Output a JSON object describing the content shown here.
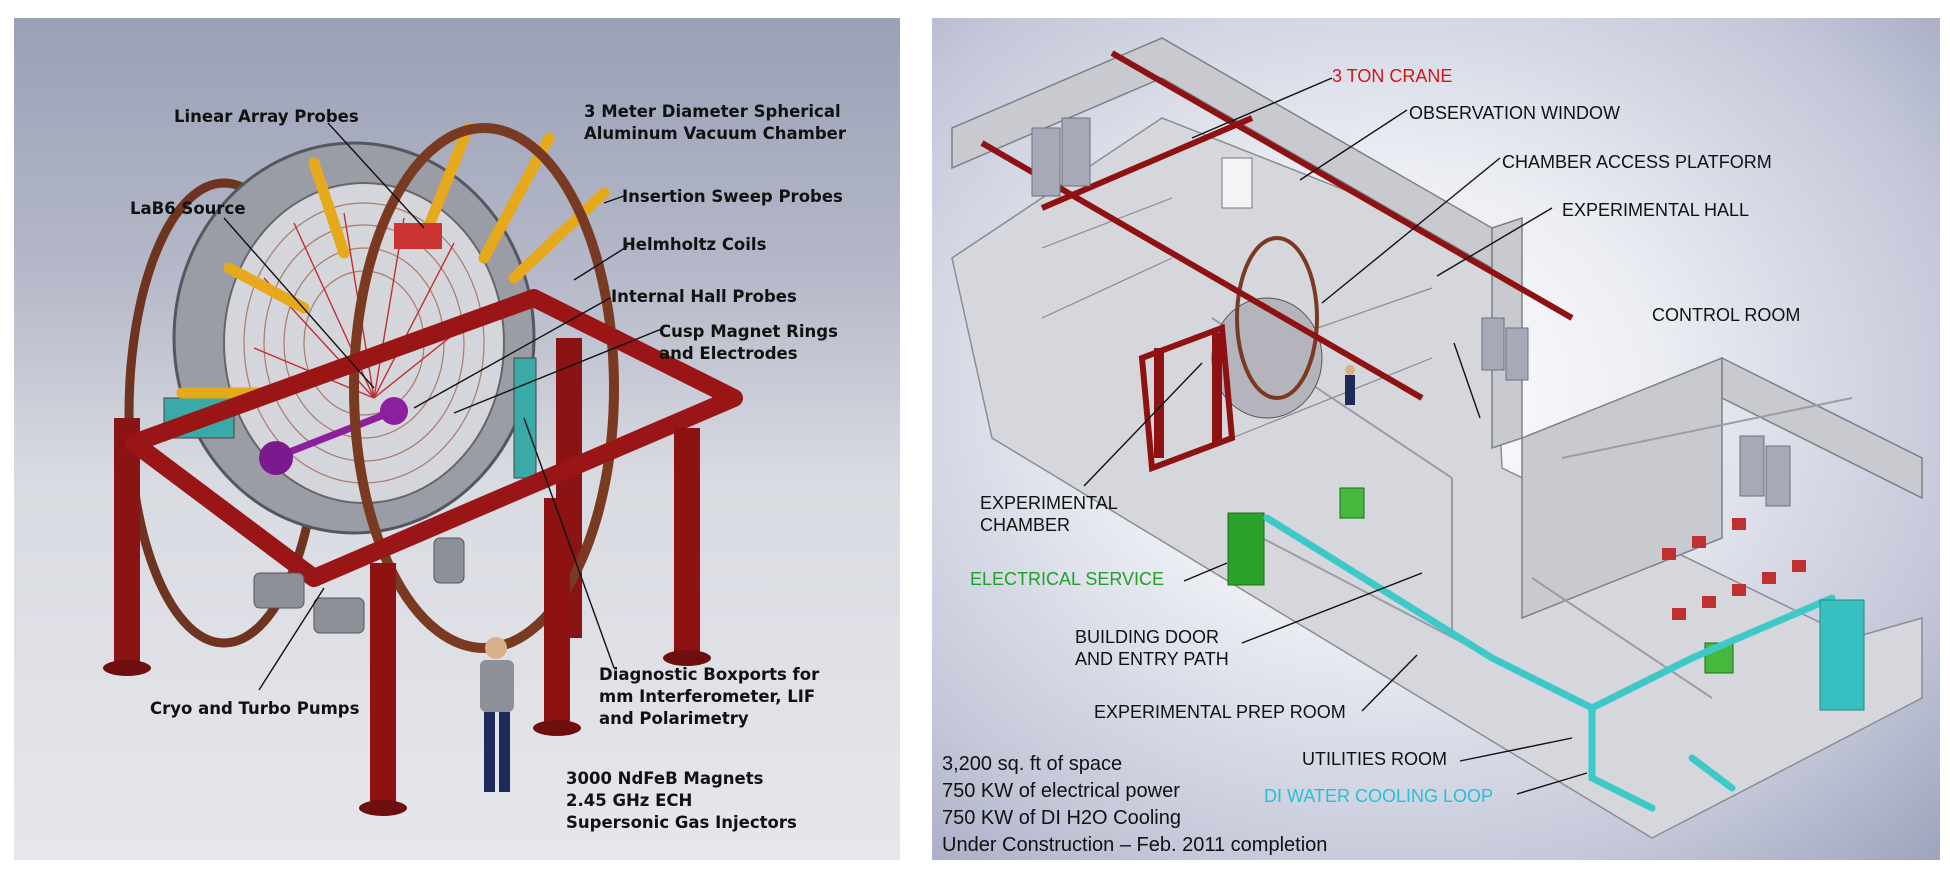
{
  "left": {
    "labels": {
      "linear_array_probes": "Linear Array Probes",
      "chamber_1": "3 Meter Diameter Spherical",
      "chamber_2": "Aluminum Vacuum Chamber",
      "lab6_source": "LaB6 Source",
      "insertion_sweep_probes": "Insertion Sweep Probes",
      "helmholtz_coils": "Helmholtz Coils",
      "internal_hall_probes": "Internal Hall Probes",
      "cusp_1": "Cusp Magnet Rings",
      "cusp_2": "and Electrodes",
      "cryo_turbo_pumps": "Cryo and Turbo Pumps",
      "diag_1": "Diagnostic Boxports for",
      "diag_2": "mm Interferometer,  LIF",
      "diag_3": "and Polarimetry",
      "spec_1": "3000 NdFeB Magnets",
      "spec_2": "2.45 GHz ECH",
      "spec_3": "Supersonic Gas Injectors"
    }
  },
  "right": {
    "labels": {
      "crane": "3 TON CRANE",
      "observation_window": "OBSERVATION WINDOW",
      "chamber_access_platform": "CHAMBER ACCESS PLATFORM",
      "experimental_hall": "EXPERIMENTAL HALL",
      "control_room": "CONTROL ROOM",
      "exp_chamber_1": "EXPERIMENTAL",
      "exp_chamber_2": "CHAMBER",
      "electrical_service": "ELECTRICAL SERVICE",
      "door_1": "BUILDING DOOR",
      "door_2": "AND ENTRY PATH",
      "prep_room": "EXPERIMENTAL PREP ROOM",
      "utilities_room": "UTILITIES ROOM",
      "cooling_loop": "DI WATER COOLING LOOP"
    },
    "specs": [
      "3,200 sq. ft of space",
      "750 KW of electrical power",
      "750 KW of DI H2O Cooling",
      "Under Construction – Feb. 2011 completion"
    ]
  },
  "colors": {
    "crane_label": "#d01818",
    "electrical_label": "#1fa02a",
    "cooling_label": "#26c0d8",
    "frame_red": "#8e1212",
    "probe_yellow": "#e6a91c",
    "coil_brown": "#7a3a22",
    "plasma_purple": "#8b1f9e",
    "pipe_cyan": "#3ec9c9"
  }
}
